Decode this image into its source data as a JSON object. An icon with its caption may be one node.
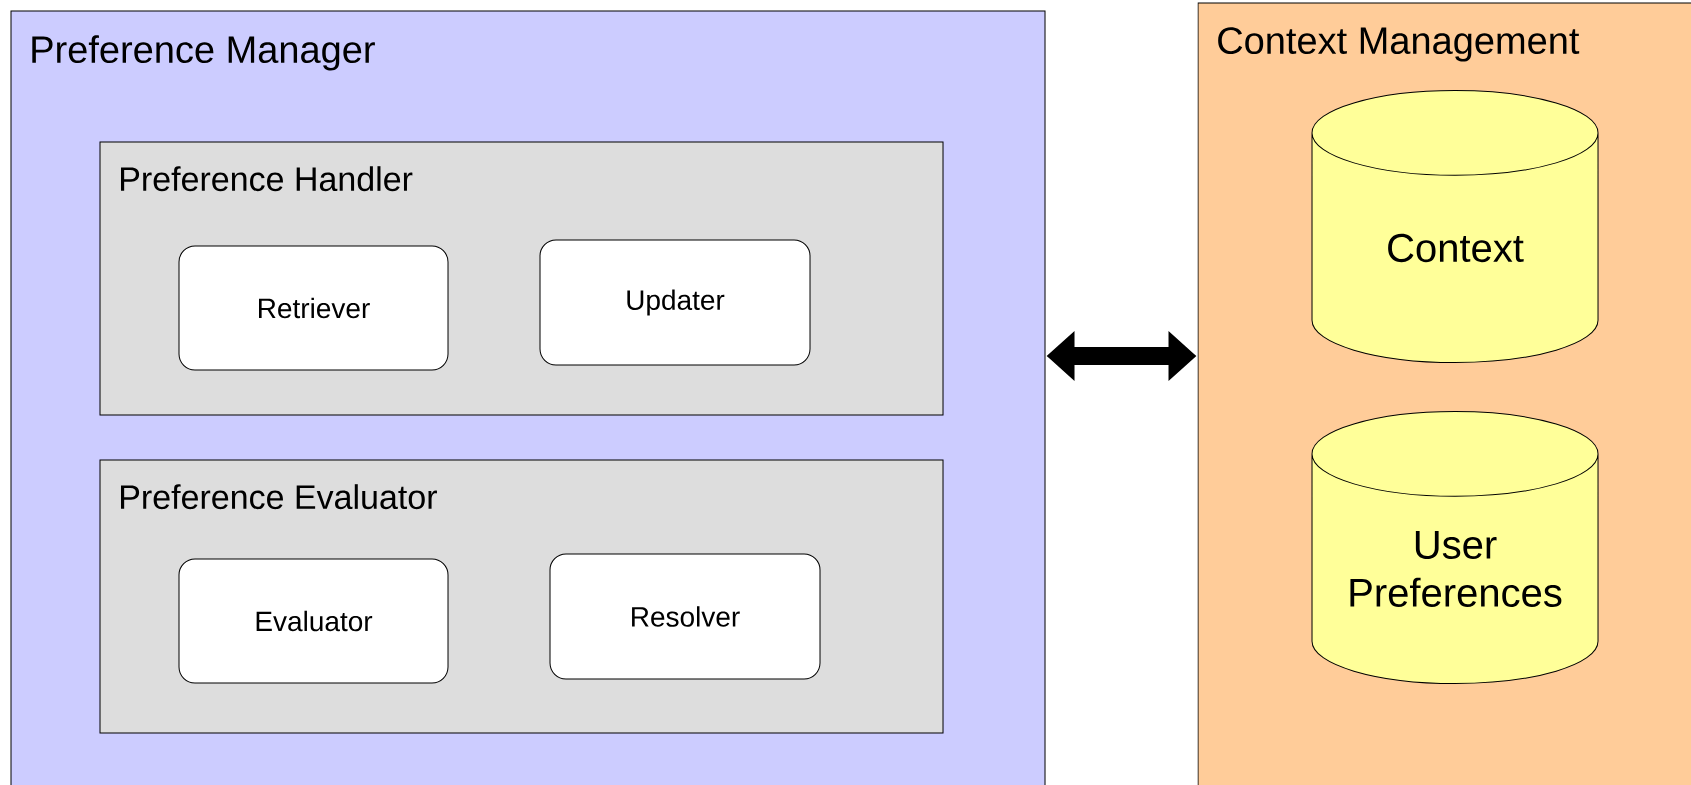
{
  "diagram": {
    "nodes": [
      {
        "text": [
          "Preference Manager"
        ]
      },
      {
        "text": [
          "Preference Handler"
        ],
        "in": 0
      },
      {
        "text": [
          "Retriever"
        ],
        "in": 1
      },
      {
        "text": [
          "Updater"
        ],
        "in": 1
      },
      {
        "text": [
          "Preference Evaluator"
        ],
        "in": 0
      },
      {
        "text": [
          "Evaluator"
        ],
        "in": 4
      },
      {
        "text": [
          "Resolver"
        ],
        "in": 4
      },
      {
        "text": [
          "Context Management"
        ]
      },
      {
        "text": [
          "Context"
        ],
        "in": 7
      },
      {
        "text": [
          "User Preferences"
        ],
        "in": 7
      }
    ],
    "edges": [
      {
        "from": 0,
        "to": 7,
        "arrow": "both"
      }
    ]
  }
}
